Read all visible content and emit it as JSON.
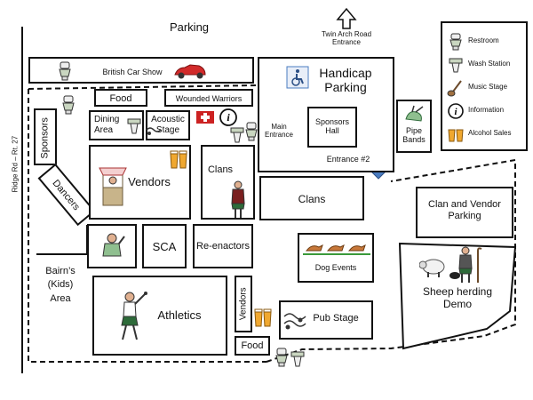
{
  "top": {
    "parking": "Parking",
    "twin_arch_line1": "Twin Arch Road",
    "twin_arch_line2": "Entrance"
  },
  "road": {
    "label": "Ridge Rd – Rt. 27"
  },
  "areas": {
    "british_car_show": "British Car Show",
    "food_top": "Food",
    "wounded_warriors": "Wounded Warriors",
    "sponsors_left": "Sponsors",
    "dining_line1": "Dining",
    "dining_line2": "Area",
    "acoustic_line1": "Acoustic",
    "acoustic_line2": "Stage",
    "handicap_line1": "Handicap",
    "handicap_line2": "Parking",
    "sponsors_hall_line1": "Sponsors",
    "sponsors_hall_line2": "Hall",
    "main_entrance_line1": "Main",
    "main_entrance_line2": "Entrance",
    "entrance2": "Entrance #2",
    "pipe_bands_line1": "Pipe",
    "pipe_bands_line2": "Bands",
    "dancers": "Dancers",
    "vendors_main": "Vendors",
    "clans_left": "Clans",
    "clans_right": "Clans",
    "clan_vendor_line1": "Clan and Vendor",
    "clan_vendor_line2": "Parking",
    "sca": "SCA",
    "reenactors": "Re-enactors",
    "dog_events": "Dog Events",
    "bairns_line1": "Bairn’s",
    "bairns_line2": "(Kids)",
    "bairns_line3": "Area",
    "athletics": "Athletics",
    "vendors_small": "Vendors",
    "food_bottom": "Food",
    "pub_stage": "Pub Stage",
    "sheep_line1": "Sheep herding",
    "sheep_line2": "Demo"
  },
  "legend": [
    {
      "label": "Restroom",
      "icon": "restroom-icon"
    },
    {
      "label": "Wash Station",
      "icon": "wash-station-icon"
    },
    {
      "label": "Music Stage",
      "icon": "music-stage-icon"
    },
    {
      "label": "Information",
      "icon": "information-icon"
    },
    {
      "label": "Alcohol Sales",
      "icon": "alcohol-sales-icon"
    }
  ],
  "colors": {
    "arrow_blue": "#4a7cc0",
    "car_red": "#d22b2b",
    "beer_amber": "#f0a830",
    "dog_green": "#3a9a3a",
    "dog_tan": "#c8783a",
    "kilt_green": "#2e6b3a",
    "first_aid_red": "#cc2222"
  }
}
